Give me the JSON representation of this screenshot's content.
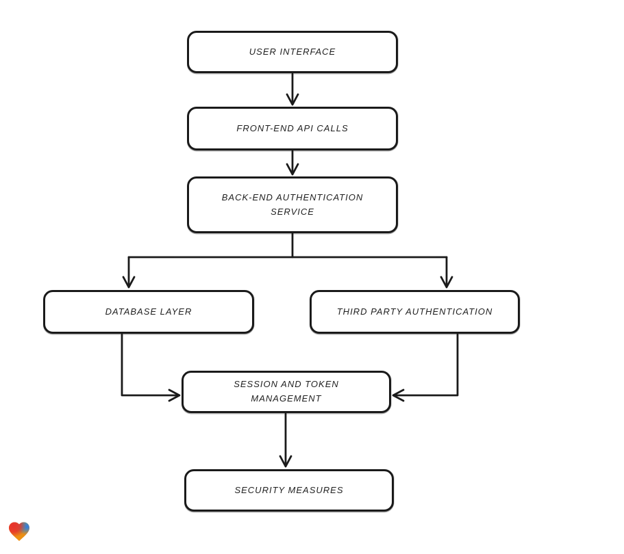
{
  "diagram": {
    "type": "flowchart",
    "background_color": "#ffffff",
    "node_style": {
      "fill": "#ffffff",
      "border_color": "#1a1a1a",
      "text_color": "#1f1f1f",
      "corner": "rounded",
      "stroke_look": "hand-drawn"
    },
    "connector_color": "#1a1a1a",
    "nodes": [
      {
        "id": "user-interface",
        "label": "USER INTERFACE"
      },
      {
        "id": "front-end-api-calls",
        "label": "FRONT-END API CALLS"
      },
      {
        "id": "back-end-auth-service",
        "label": "BACK-END AUTHENTICATION SERVICE"
      },
      {
        "id": "database-layer",
        "label": "DATABASE LAYER"
      },
      {
        "id": "third-party-auth",
        "label": "THIRD PARTY AUTHENTICATION"
      },
      {
        "id": "session-token-mgmt",
        "label": "SESSION AND TOKEN MANAGEMENT"
      },
      {
        "id": "security-measures",
        "label": "SECURITY MEASURES"
      }
    ],
    "edges": [
      {
        "from": "user-interface",
        "to": "front-end-api-calls"
      },
      {
        "from": "front-end-api-calls",
        "to": "back-end-auth-service"
      },
      {
        "from": "back-end-auth-service",
        "to": "database-layer"
      },
      {
        "from": "back-end-auth-service",
        "to": "third-party-auth"
      },
      {
        "from": "database-layer",
        "to": "session-token-mgmt"
      },
      {
        "from": "third-party-auth",
        "to": "session-token-mgmt"
      },
      {
        "from": "session-token-mgmt",
        "to": "security-measures"
      }
    ],
    "logo": {
      "name": "gradient-heart-logo",
      "colors": [
        "#e8322b",
        "#2fb59b",
        "#2e7ce4",
        "#f29111"
      ]
    }
  }
}
